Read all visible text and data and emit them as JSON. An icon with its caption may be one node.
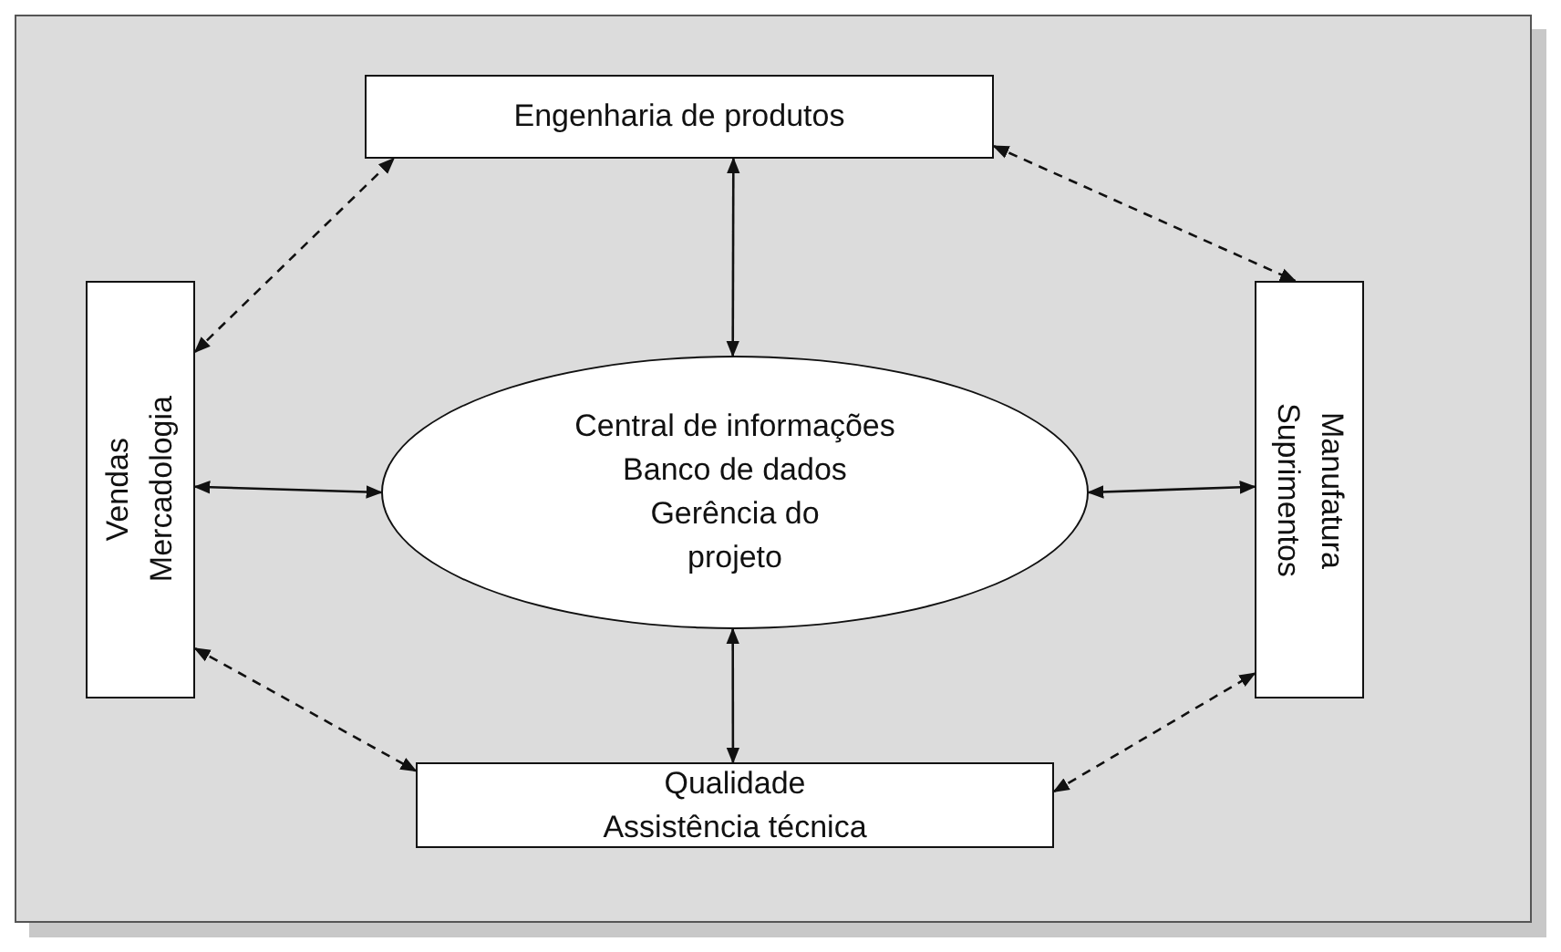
{
  "diagram": {
    "nodes": [
      {
        "text": [
          "Engenharia de produtos"
        ]
      },
      {
        "text": [
          "Vendas",
          "Mercadologia"
        ]
      },
      {
        "text": [
          "Central de informações",
          "Banco de dados",
          "Gerência do projeto"
        ]
      },
      {
        "text": [
          "Manufatura",
          "Suprimentos"
        ]
      },
      {
        "text": [
          "Qualidade",
          "Assistência técnica"
        ]
      }
    ],
    "edges": [
      {
        "from": 0,
        "to": 2,
        "arrow": "both"
      },
      {
        "from": 1,
        "to": 2,
        "arrow": "both"
      },
      {
        "from": 2,
        "to": 3,
        "arrow": "both"
      },
      {
        "from": 2,
        "to": 4,
        "arrow": "both"
      },
      {
        "from": 1,
        "to": 0,
        "arrow": "both",
        "style": "dashed"
      },
      {
        "from": 0,
        "to": 3,
        "arrow": "both",
        "style": "dashed"
      },
      {
        "from": 1,
        "to": 4,
        "arrow": "both",
        "style": "dashed"
      },
      {
        "from": 4,
        "to": 3,
        "arrow": "both",
        "style": "dashed"
      }
    ]
  }
}
